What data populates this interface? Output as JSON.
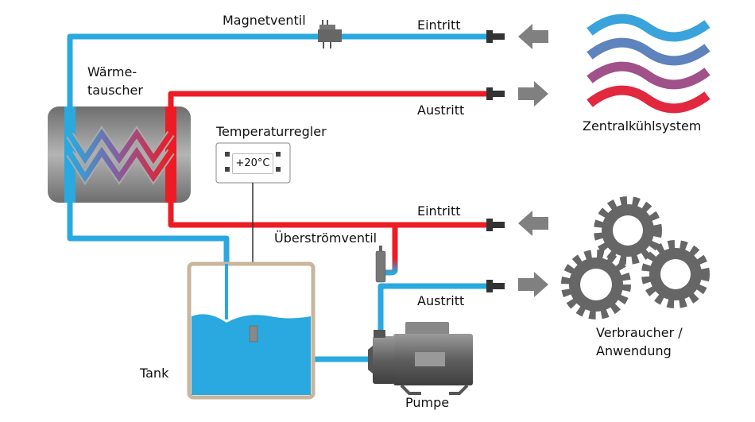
{
  "labels": {
    "magnetventil": "Magnetventil",
    "eintritt_top": "Eintritt",
    "austritt_top": "Austritt",
    "waermetauscher_1": "Wärme-",
    "waermetauscher_2": "tauscher",
    "zentral": "Zentralkühlsystem",
    "temperaturregler": "Temperaturregler",
    "temp_value": "+20°C",
    "eintritt_bottom": "Eintritt",
    "ueberstroemventil": "Überströmventil",
    "austritt_bottom": "Austritt",
    "verbraucher_1": "Verbraucher /",
    "verbraucher_2": "Anwendung",
    "tank": "Tank",
    "pumpe": "Pumpe"
  },
  "colors": {
    "cold": "#29a9e0",
    "hot": "#ed1c24",
    "equipment": "#777777",
    "tank_border": "#c8b59c",
    "arrow": "#808080"
  },
  "icons": [
    "solenoid-valve-icon",
    "heat-exchanger-icon",
    "thermostat-icon",
    "tank-icon",
    "overflow-valve-icon",
    "pump-icon",
    "arrow-left-icon",
    "arrow-right-icon",
    "waves-icon",
    "gears-icon"
  ]
}
